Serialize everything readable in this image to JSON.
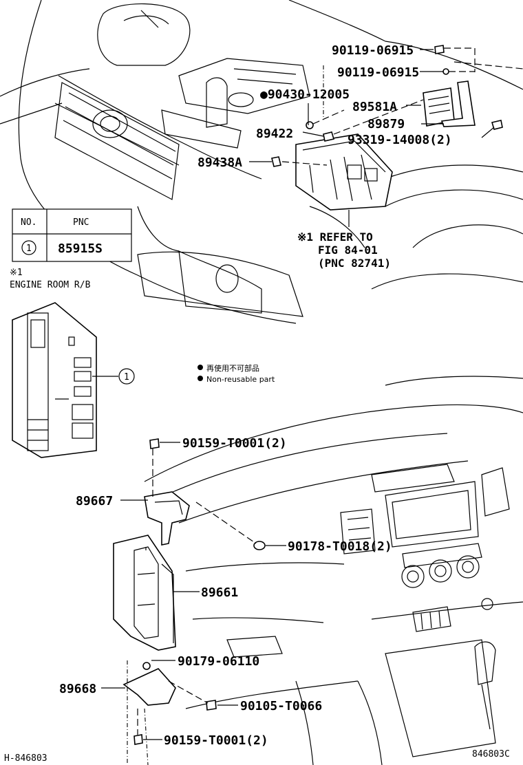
{
  "part_numbers": {
    "p90119a": "90119-06915",
    "p90119b": "90119-06915",
    "p90430": "●90430-12005",
    "p89581a": "89581A",
    "p89422": "89422",
    "p89879": "89879",
    "p93319": "93319-14008(2)",
    "p89438a": "89438A",
    "p90159a": "90159-T0001(2)",
    "p89667": "89667",
    "p90178": "90178-T0018(2)",
    "p89661": "89661",
    "p90179": "90179-06110",
    "p89668": "89668",
    "p90105": "90105-T0066",
    "p90159b": "90159-T0001(2)"
  },
  "refer": {
    "line1": "※1 REFER TO",
    "line2": "FIG 84-01",
    "line3": "(PNC 82741)"
  },
  "pnc_table": {
    "header_no": "NO.",
    "header_pnc": "PNC",
    "row_no": "1",
    "row_pnc": "85915S"
  },
  "inset": {
    "mark": "※1",
    "title": "ENGINE ROOM R/B",
    "callout": "1"
  },
  "legend": {
    "jp": "再使用不可部品",
    "en": "Non-reusable part"
  },
  "footer": {
    "left": "H-846803",
    "right": "846803C"
  }
}
